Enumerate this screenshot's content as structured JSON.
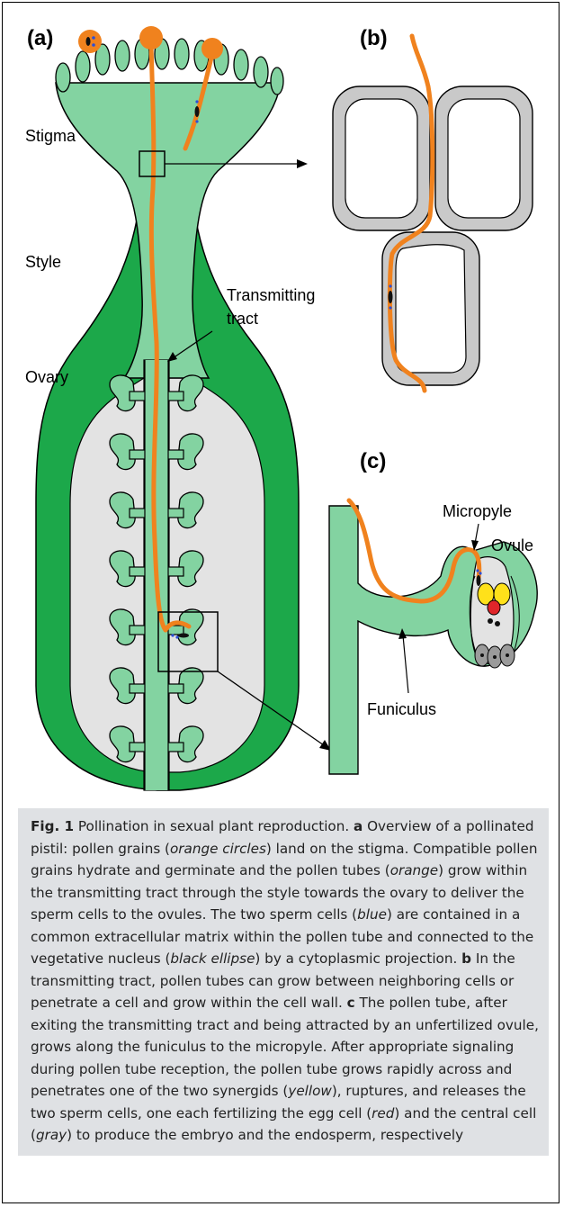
{
  "figure": {
    "panel_labels": {
      "a": "(a)",
      "b": "(b)",
      "c": "(c)"
    },
    "labels": {
      "stigma": "Stigma",
      "style": "Style",
      "ovary": "Ovary",
      "transmitting_line1": "Transmitting",
      "transmitting_line2": "tract",
      "micropyle": "Micropyle",
      "ovule": "Ovule",
      "funiculus": "Funiculus"
    },
    "colors": {
      "tissue_light": "#83d3a1",
      "tissue_dark": "#1ca84a",
      "ovary_cavity": "#e3e3e3",
      "pollen_tube": "#f0821e",
      "cell_wall": "#c9c9c9",
      "synergid": "#ffe11a",
      "egg_cell": "#e0262a",
      "central_cell": "#9b9b9b",
      "sperm": "#2b4fd8"
    }
  },
  "caption": {
    "fig_label": "Fig. 1",
    "title": " Pollination in sexual plant reproduction. ",
    "a_label": "a",
    "a_text1": " Overview of a pollinated pistil: pollen grains (",
    "a_orange_circles": "orange circles",
    "a_text2": ") land on the stigma. Compatible pollen grains hydrate and germinate and the pollen tubes (",
    "a_orange": "orange",
    "a_text3": ") grow within the transmitting tract through the style towards the ovary to deliver the sperm cells to the ovules. The two sperm cells (",
    "a_blue": "blue",
    "a_text4": ") are contained in a common extracellular matrix within the pollen tube and connected to the vegetative nucleus (",
    "a_black_ellipse": "black ellipse",
    "a_text5": ") by a cytoplasmic projection. ",
    "b_label": "b",
    "b_text": " In the transmitting tract, pollen tubes can grow between neighboring cells or penetrate a cell and grow within the cell wall. ",
    "c_label": "c",
    "c_text1": " The pollen tube, after exiting the transmitting tract and being attracted by an unfertilized ovule, grows along the funiculus to the micropyle. After appropriate signaling during pollen tube reception, the pollen tube grows rapidly across and penetrates one of the two synergids (",
    "c_yellow": "yellow",
    "c_text2": "), ruptures, and releases the two sperm cells, one each fertilizing the egg cell (",
    "c_red": "red",
    "c_text3": ") and the central cell (",
    "c_gray": "gray",
    "c_text4": ") to produce the embryo and the endosperm, respectively"
  }
}
